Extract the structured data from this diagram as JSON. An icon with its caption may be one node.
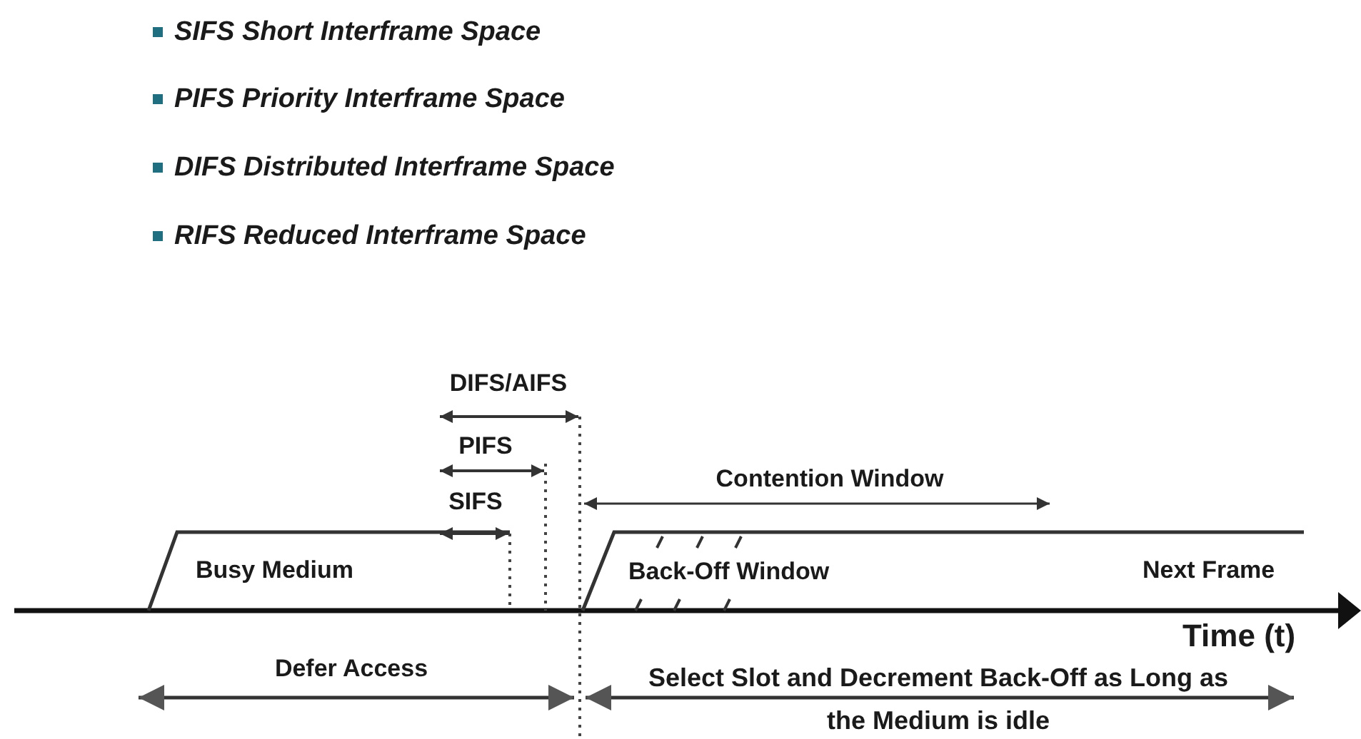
{
  "diagram": {
    "nodes": [
      {
        "text": [
          "Busy Medium"
        ]
      },
      {
        "text": [
          "Back-Off Window",
          "Next Frame"
        ]
      }
    ],
    "labels": [
      "SIFS Short Interframe Space",
      "PIFS Priority Interframe Space",
      "DIFS Distributed Interframe Space",
      "RIFS Reduced Interframe Space",
      "DIFS/AIFS",
      "PIFS",
      "SIFS",
      "Contention Window",
      "Time (t)",
      "Defer Access",
      "Select Slot and Decrement Back-Off as Long as the Medium is idle"
    ]
  }
}
